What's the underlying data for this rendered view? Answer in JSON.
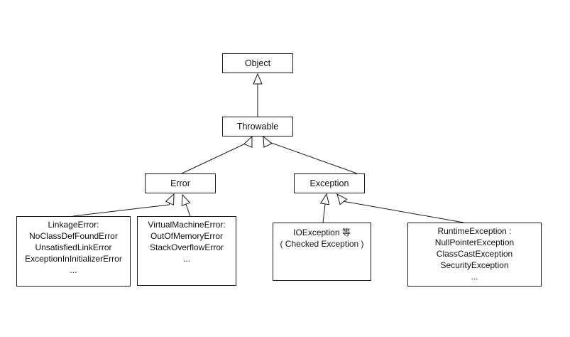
{
  "diagram": {
    "type": "class-hierarchy",
    "notation": "UML generalization (hollow triangle arrowheads pointing to parent)",
    "background": "#ffffff",
    "line_color": "#1a1a1a",
    "text_color": "#111111",
    "nodes": {
      "object": {
        "label": "Object"
      },
      "throwable": {
        "label": "Throwable"
      },
      "error": {
        "label": "Error"
      },
      "exception": {
        "label": "Exception"
      },
      "linkage_error": {
        "lines": [
          "LinkageError:",
          "NoClassDefFoundError",
          "UnsatisfiedLinkError",
          "ExceptionInInitializerError",
          "..."
        ]
      },
      "virtual_machine_error": {
        "lines": [
          "VirtualMachineError:",
          "OutOfMemoryError",
          "StackOverflowError",
          "..."
        ]
      },
      "io_exception": {
        "lines": [
          "IOException 等",
          "( Checked Exception )"
        ]
      },
      "runtime_exception": {
        "lines": [
          "RuntimeException :",
          "NullPointerException",
          "ClassCastException",
          "SecurityException",
          "..."
        ]
      }
    },
    "edges": [
      {
        "child": "throwable",
        "parent": "object"
      },
      {
        "child": "error",
        "parent": "throwable"
      },
      {
        "child": "exception",
        "parent": "throwable"
      },
      {
        "child": "linkage_error",
        "parent": "error"
      },
      {
        "child": "virtual_machine_error",
        "parent": "error"
      },
      {
        "child": "io_exception",
        "parent": "exception"
      },
      {
        "child": "runtime_exception",
        "parent": "exception"
      }
    ]
  }
}
